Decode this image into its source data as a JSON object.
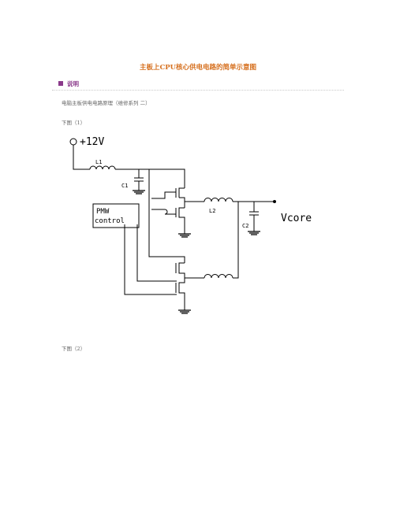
{
  "page": {
    "title": "主板上CPU核心供电电路的简单示意图",
    "section_label": "说明",
    "intro_text": "电脑主板供电电路原理（维修系列 二）",
    "figure1_caption": "下图（1）",
    "figure2_caption": "下图（2）"
  },
  "diagram": {
    "supply_label": "+12V",
    "l1_label": "L1",
    "c1_label": "C1",
    "pwm_line1": "PMW",
    "pwm_line2": "control",
    "l2_label": "L2",
    "c2_label": "C2",
    "vcore_label": "Vcore"
  }
}
